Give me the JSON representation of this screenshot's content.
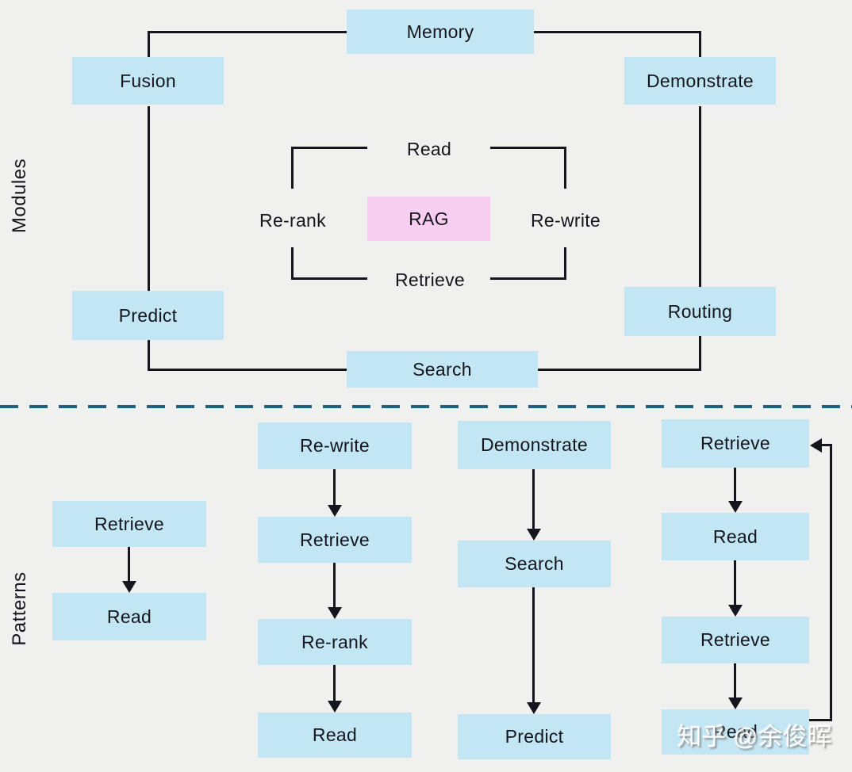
{
  "sections": {
    "modules_label": "Modules",
    "patterns_label": "Patterns"
  },
  "modules": {
    "memory": "Memory",
    "fusion": "Fusion",
    "demonstrate": "Demonstrate",
    "predict": "Predict",
    "routing": "Routing",
    "search": "Search"
  },
  "rag_core": {
    "center": "RAG",
    "top": "Read",
    "left": "Re-rank",
    "right": "Re-write",
    "bottom": "Retrieve"
  },
  "patterns": {
    "columns": [
      {
        "name": "pattern-1",
        "steps": [
          "Retrieve",
          "Read"
        ],
        "loop": false
      },
      {
        "name": "pattern-2",
        "steps": [
          "Re-write",
          "Retrieve",
          "Re-rank",
          "Read"
        ],
        "loop": false
      },
      {
        "name": "pattern-3",
        "steps": [
          "Demonstrate",
          "Search",
          "Predict"
        ],
        "loop": false
      },
      {
        "name": "pattern-4",
        "steps": [
          "Retrieve",
          "Read",
          "Retrieve",
          "Read"
        ],
        "loop": true
      }
    ]
  },
  "watermark": "知乎 @余俊晖",
  "colors": {
    "bg": "#f0f0ee",
    "node-fill": "#c3e6f4",
    "rag-fill": "#f7cdf0",
    "ink": "#15151d",
    "divider": "#1d6080"
  }
}
